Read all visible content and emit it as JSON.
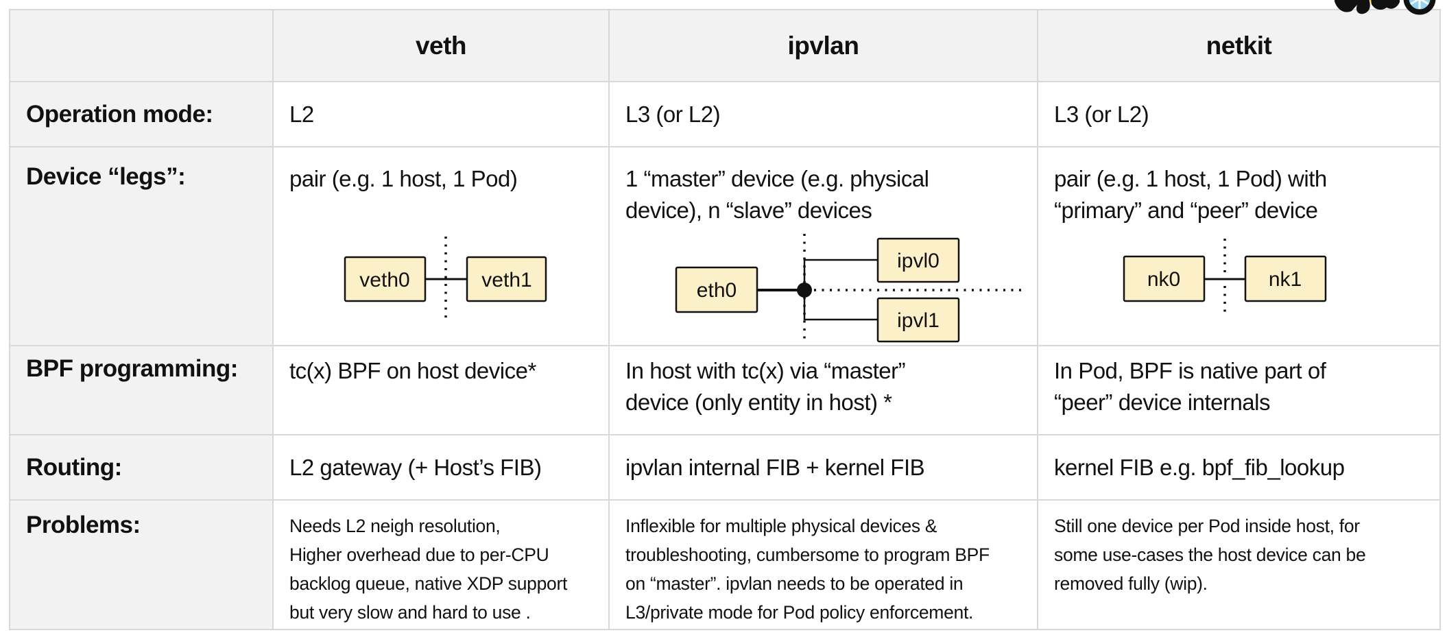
{
  "table": {
    "header": {
      "col0": "",
      "col1": "veth",
      "col2": "ipvlan",
      "col3": "netkit"
    },
    "rows": {
      "operation_mode": {
        "label": "Operation mode:",
        "veth": "L2",
        "ipvlan": "L3 (or L2)",
        "netkit": "L3 (or L2)"
      },
      "device_legs": {
        "label": "Device “legs”:",
        "veth": "pair (e.g. 1 host, 1 Pod)",
        "ipvlan": "1 “master” device (e.g. physical\ndevice), n “slave” devices",
        "netkit": "pair (e.g. 1 host, 1 Pod) with\n“primary” and “peer” device"
      },
      "bpf_programming": {
        "label": "BPF programming:",
        "veth": "tc(x) BPF on host device*",
        "ipvlan": "In host with tc(x) via “master”\ndevice (only entity in host) *",
        "netkit": "In Pod, BPF is native part of\n“peer” device internals"
      },
      "routing": {
        "label": "Routing:",
        "veth": "L2 gateway (+ Host’s FIB)",
        "ipvlan": "ipvlan internal FIB + kernel FIB",
        "netkit": "kernel FIB e.g. bpf_fib_lookup"
      },
      "problems": {
        "label": "Problems:",
        "veth": "Needs L2 neigh resolution,\nHigher overhead due to per-CPU\nbacklog queue, native XDP support\nbut very slow and hard to use .",
        "ipvlan": "Inflexible for multiple physical devices &\ntroubleshooting, cumbersome to program BPF\non “master”. ipvlan needs to be operated in\nL3/private mode for Pod policy enforcement.",
        "netkit": "Still one device per Pod inside host, for\nsome use-cases the host device can be\nremoved fully (wip)."
      }
    }
  },
  "diagrams": {
    "veth": {
      "left_device": "veth0",
      "right_device": "veth1"
    },
    "ipvlan": {
      "master_device": "eth0",
      "slave_device_0": "ipvl0",
      "slave_device_1": "ipvl1"
    },
    "netkit": {
      "left_device": "nk0",
      "right_device": "nk1"
    }
  },
  "colors": {
    "ink": "#111111",
    "cell_bg": "#f2f2f2",
    "grid_border": "#d8d8d8",
    "box_fill": "#fbf0c8",
    "logo_yellow": "#f6c51a",
    "logo_blue": "#93d4f1"
  }
}
